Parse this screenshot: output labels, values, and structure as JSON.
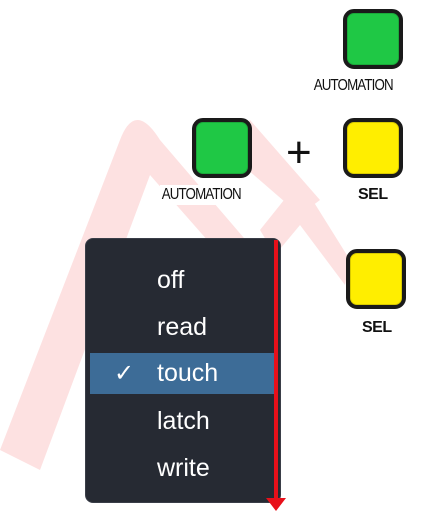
{
  "colors": {
    "green_key": "#1fc845",
    "yellow_key": "#ffee00",
    "menu_bg": "#262a33",
    "menu_selected": "#3d6c97",
    "arrow": "#e8101a",
    "background_shape": "#fde1e1"
  },
  "buttons": {
    "top_automation": {
      "label": "AUTOMATION",
      "color": "green"
    },
    "combo_automation": {
      "label": "AUTOMATION",
      "color": "green"
    },
    "combo_plus": "+",
    "combo_sel": {
      "label": "SEL",
      "color": "yellow"
    },
    "side_sel": {
      "label": "SEL",
      "color": "yellow"
    }
  },
  "menu": {
    "items": [
      {
        "label": "off",
        "checked": false
      },
      {
        "label": "read",
        "checked": false
      },
      {
        "label": "touch",
        "checked": true
      },
      {
        "label": "latch",
        "checked": false
      },
      {
        "label": "write",
        "checked": false
      }
    ],
    "check_glyph": "✓"
  }
}
